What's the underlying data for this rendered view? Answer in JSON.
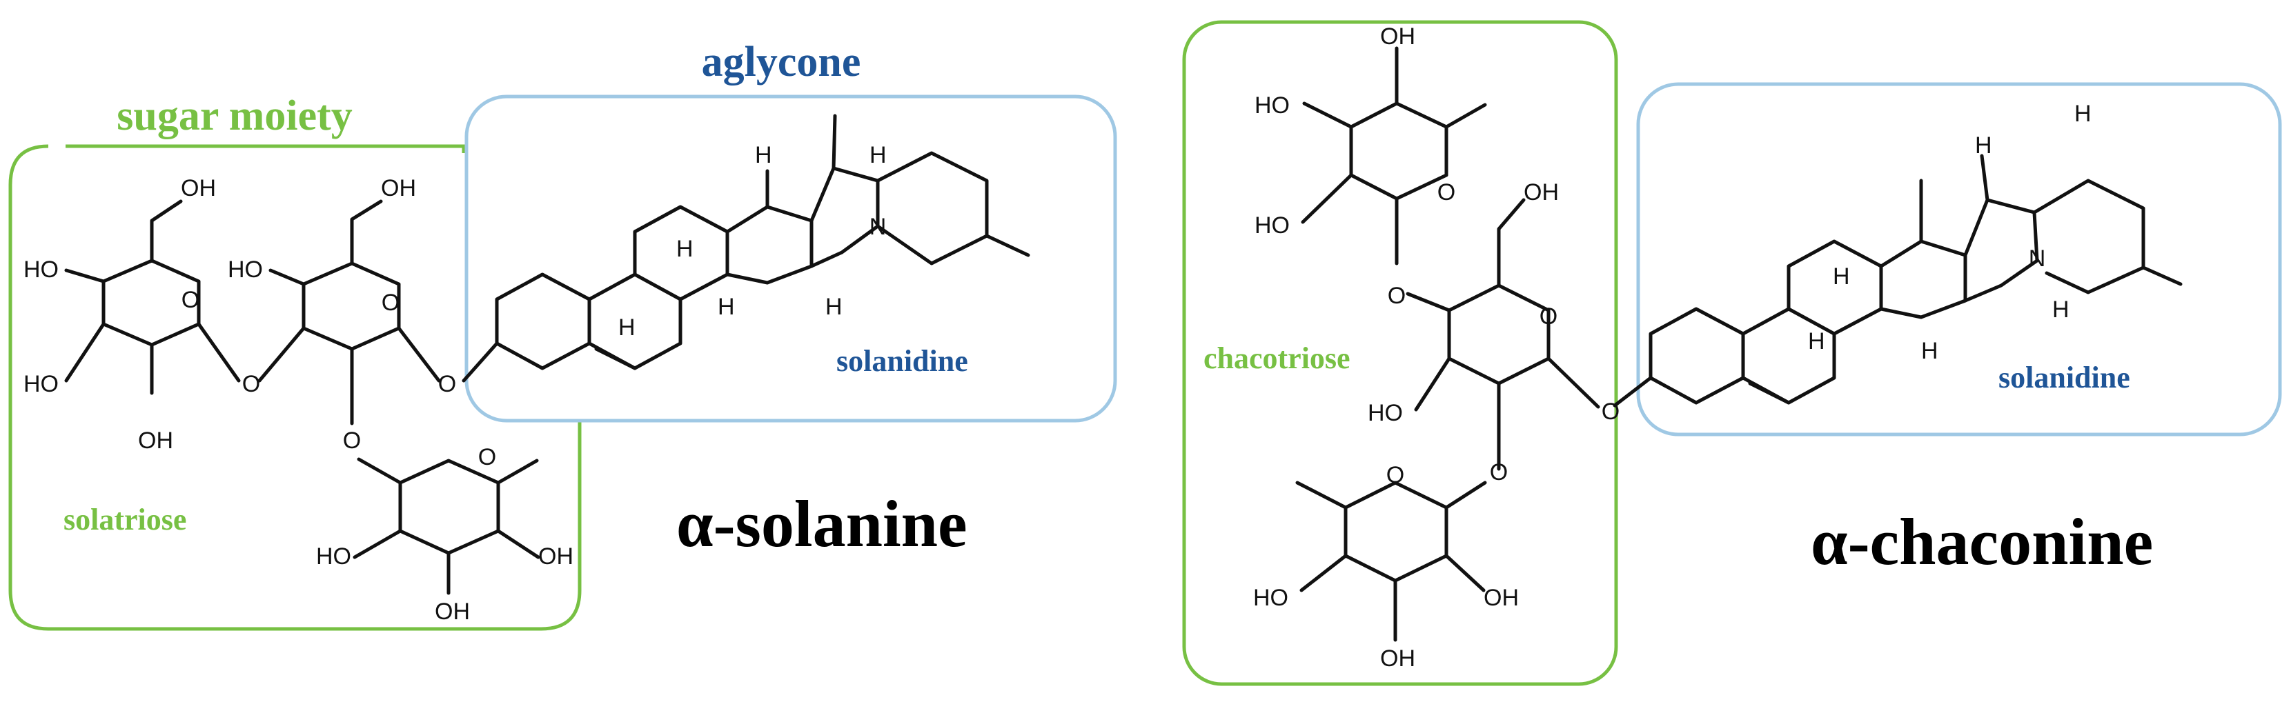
{
  "colors": {
    "sugar": "#77c043",
    "aglycone_box": "#9fc8e4",
    "aglycone_text": "#1f5597",
    "name": "#000000"
  },
  "solanine": {
    "name": "α-solanine",
    "sugar_header": "sugar moiety",
    "aglycone_header": "aglycone",
    "sugar_label": "solatriose",
    "aglycone_label": "solanidine"
  },
  "chaconine": {
    "name": "α-chaconine",
    "sugar_label": "chacotriose",
    "aglycone_label": "solanidine"
  },
  "atoms": {
    "OH": "OH",
    "HO": "HO",
    "O": "O",
    "N": "N",
    "H": "H"
  }
}
